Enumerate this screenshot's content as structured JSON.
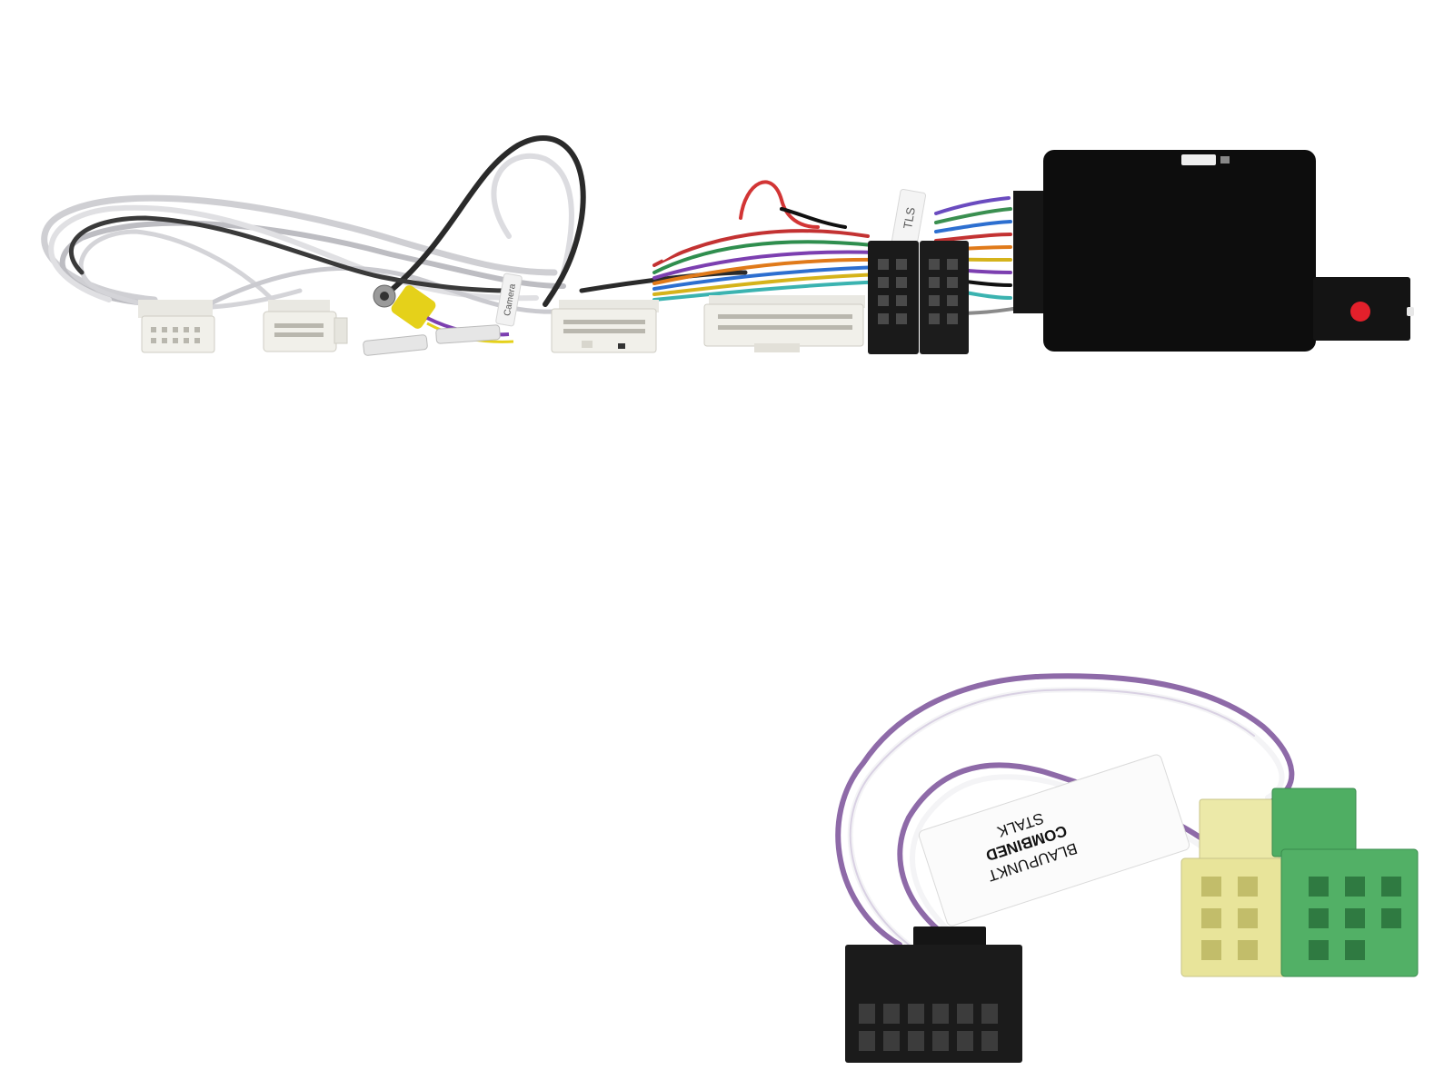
{
  "photo": {
    "top_harness": {
      "cable_tag": "TLS",
      "camera_tag": "Camera"
    },
    "bottom_harness": {
      "label_line_1": "BLAUPUNKT",
      "label_line_2": "COMBINED",
      "label_line_3": "STALK"
    }
  },
  "colors": {
    "background": "#ffffff",
    "module": "#0d0d0d",
    "button": "#e3202b",
    "connector_white": "#f1f0ea",
    "connector_black": "#1a1a1a",
    "connector_yellow": "#ece9a8",
    "connector_green": "#4fae63",
    "wire_purple": "#8e6aa8",
    "wire_grey": "#c9c9cc",
    "wire_black": "#2a2a2a",
    "rca_yellow": "#e5d11a"
  }
}
